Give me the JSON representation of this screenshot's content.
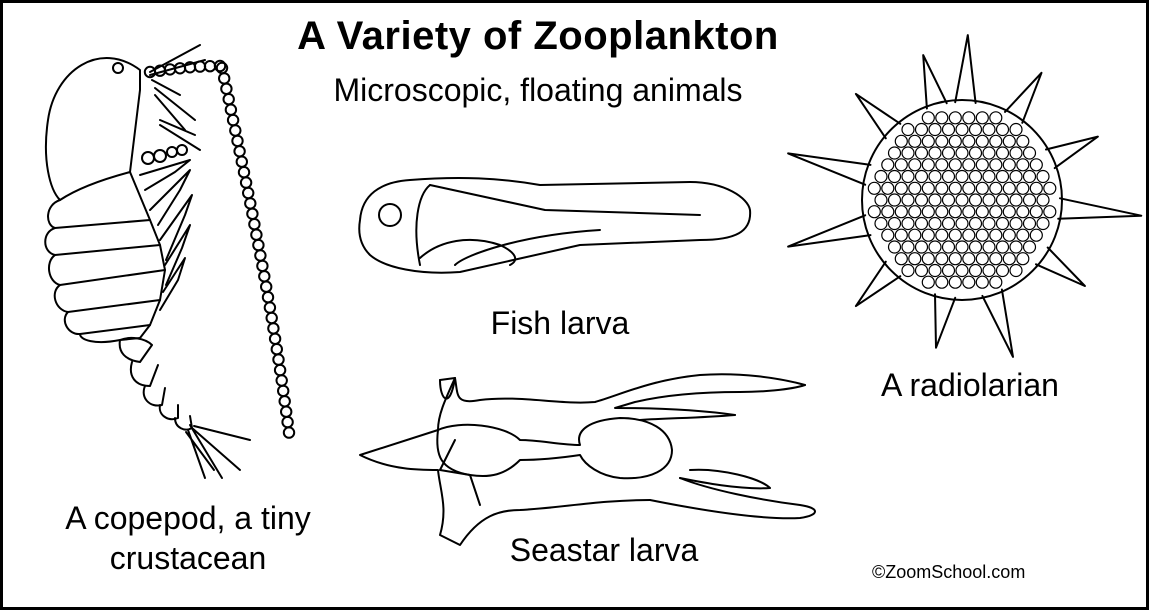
{
  "diagram": {
    "title": "A Variety of Zooplankton",
    "subtitle": "Microscopic, floating animals",
    "labels": {
      "copepod_line1": "A copepod, a tiny",
      "copepod_line2": "crustacean",
      "fish_larva": "Fish larva",
      "seastar_larva": "Seastar larva",
      "radiolarian": "A radiolarian"
    },
    "copyright": "©ZoomSchool.com"
  },
  "colors": {
    "ink": "#000000",
    "paper": "#ffffff"
  }
}
